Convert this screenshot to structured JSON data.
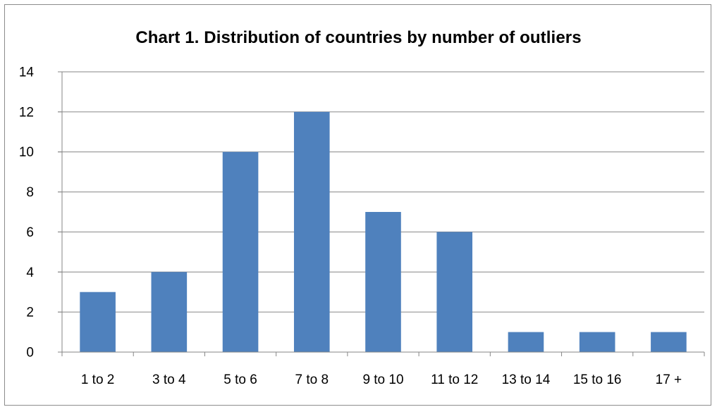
{
  "chart_data": {
    "type": "bar",
    "title": "Chart 1. Distribution of countries by number of outliers",
    "xlabel": "",
    "ylabel": "",
    "categories": [
      "1 to 2",
      "3 to 4",
      "5 to 6",
      "7 to 8",
      "9 to 10",
      "11 to 12",
      "13 to 14",
      "15 to 16",
      "17 +"
    ],
    "values": [
      3,
      4,
      10,
      12,
      7,
      6,
      1,
      1,
      1
    ],
    "ylim": [
      0,
      14
    ],
    "yticks": [
      0,
      2,
      4,
      6,
      8,
      10,
      12,
      14
    ],
    "grid": true,
    "legend": "none",
    "bar_color": "#4f81bd",
    "grid_color": "#868686"
  }
}
